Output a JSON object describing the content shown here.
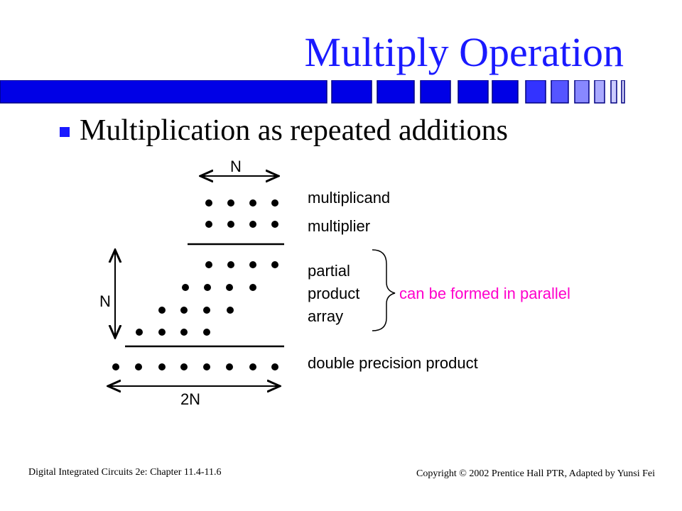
{
  "slide": {
    "title": "Multiply Operation",
    "bullet": "Multiplication as repeated additions"
  },
  "diagram": {
    "n_top_label": "N",
    "n_side_label": "N",
    "two_n_label": "2N",
    "multiplicand_label": "multiplicand",
    "multiplier_label": "multiplier",
    "partial_label_1": "partial",
    "partial_label_2": "product",
    "partial_label_3": "array",
    "parallel_label": "can be formed in parallel",
    "product_label": "double precision product"
  },
  "footer": {
    "left": "Digital Integrated Circuits 2e: Chapter 11.4-11.6",
    "right_prefix": "Copyright ",
    "right_symbol": "©",
    "right_suffix": " 2002 Prentice Hall PTR, Adapted by Yunsi Fei"
  },
  "colors": {
    "accent_blue": "#1a1aff",
    "highlight_pink": "#ff00cc"
  }
}
